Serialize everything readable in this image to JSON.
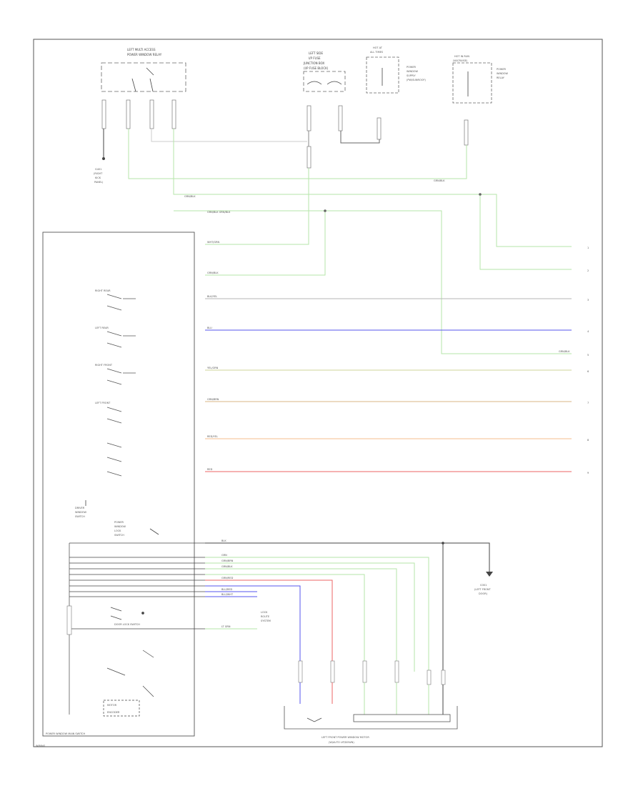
{
  "components": {
    "top_left": [
      "LEFT MULTI ACCESS",
      "POWER WINDOW RELAY"
    ],
    "top_mid": [
      "LEFT SIDE",
      "I/P FUSE",
      "JUNCTION BOX",
      "(I/P FUSE BLOCK)"
    ],
    "top_small": [
      "HOT AT",
      "ALL TIMES"
    ],
    "top_small_text": [
      "POWER",
      "WINDOW",
      "SUPPLY",
      "(PW/SUNROOF)"
    ],
    "top_right": [
      "HOT IN RUN",
      "(W/CRUISE)"
    ],
    "top_right_text": [
      "POWER",
      "WINDOW",
      "RELAY"
    ],
    "ground_left": [
      "G401",
      "(RIGHT",
      "KICK",
      "PANEL)"
    ],
    "main_module": "POWER WINDOW MAIN SWITCH",
    "module_sub": [
      "DRIVER",
      "WINDOW",
      "SWITCH"
    ],
    "window_switches": [
      "RIGHT REAR",
      "LEFT REAR",
      "RIGHT FRONT",
      "LEFT FRONT"
    ],
    "lock_label": "DOOR LOCK SWITCH",
    "sensor_label": [
      "POWER",
      "WINDOW",
      "LOCK",
      "SWITCH"
    ],
    "motor_label": [
      "MOTOR",
      "ENCODER"
    ],
    "bottom_connector": [
      "LEFT FRONT POWER WINDOW MOTOR",
      "(W/AUTO UP/DOWN)"
    ],
    "right_ground": [
      "G301",
      "(LEFT FRONT",
      "DOOR)"
    ],
    "mid_label": [
      "LOCK",
      "ROUTE",
      "SYSTEM"
    ],
    "footer": "WIRING"
  },
  "wire_labels": {
    "top_green": "GRN/BLK",
    "g1": "GRN/BLK",
    "g2": "GRN/BLK  GRN/BLK",
    "r1": "WHT/GRN",
    "r2": "GRN/BLK",
    "r3": "BLK/YEL",
    "r4": "BLU",
    "r5": "GRN/BLK",
    "r6": "YEL/GRN",
    "r7": "GRN/BRN",
    "r8": "RED/YEL",
    "r9": "RED",
    "b1": "BLK",
    "b2": "GRN",
    "b3": "GRN/BRN",
    "b4": "GRN/BLK",
    "b5": "GRN/RED",
    "b6": "BLU/RED",
    "b7": "BLU/WHT",
    "b8": "LT GRN",
    "right_pins": [
      "1",
      "2",
      "3",
      "4",
      "5",
      "6",
      "7",
      "8",
      "9"
    ]
  },
  "wire_colors": {
    "green": "#b6e6a8",
    "blue": "#5555ee",
    "gray": "#b5b5b5",
    "olive": "#cfd69a",
    "orange_brown": "#d9b585",
    "orange": "#f5be8c",
    "red": "#ee6666",
    "black": "#444444"
  }
}
